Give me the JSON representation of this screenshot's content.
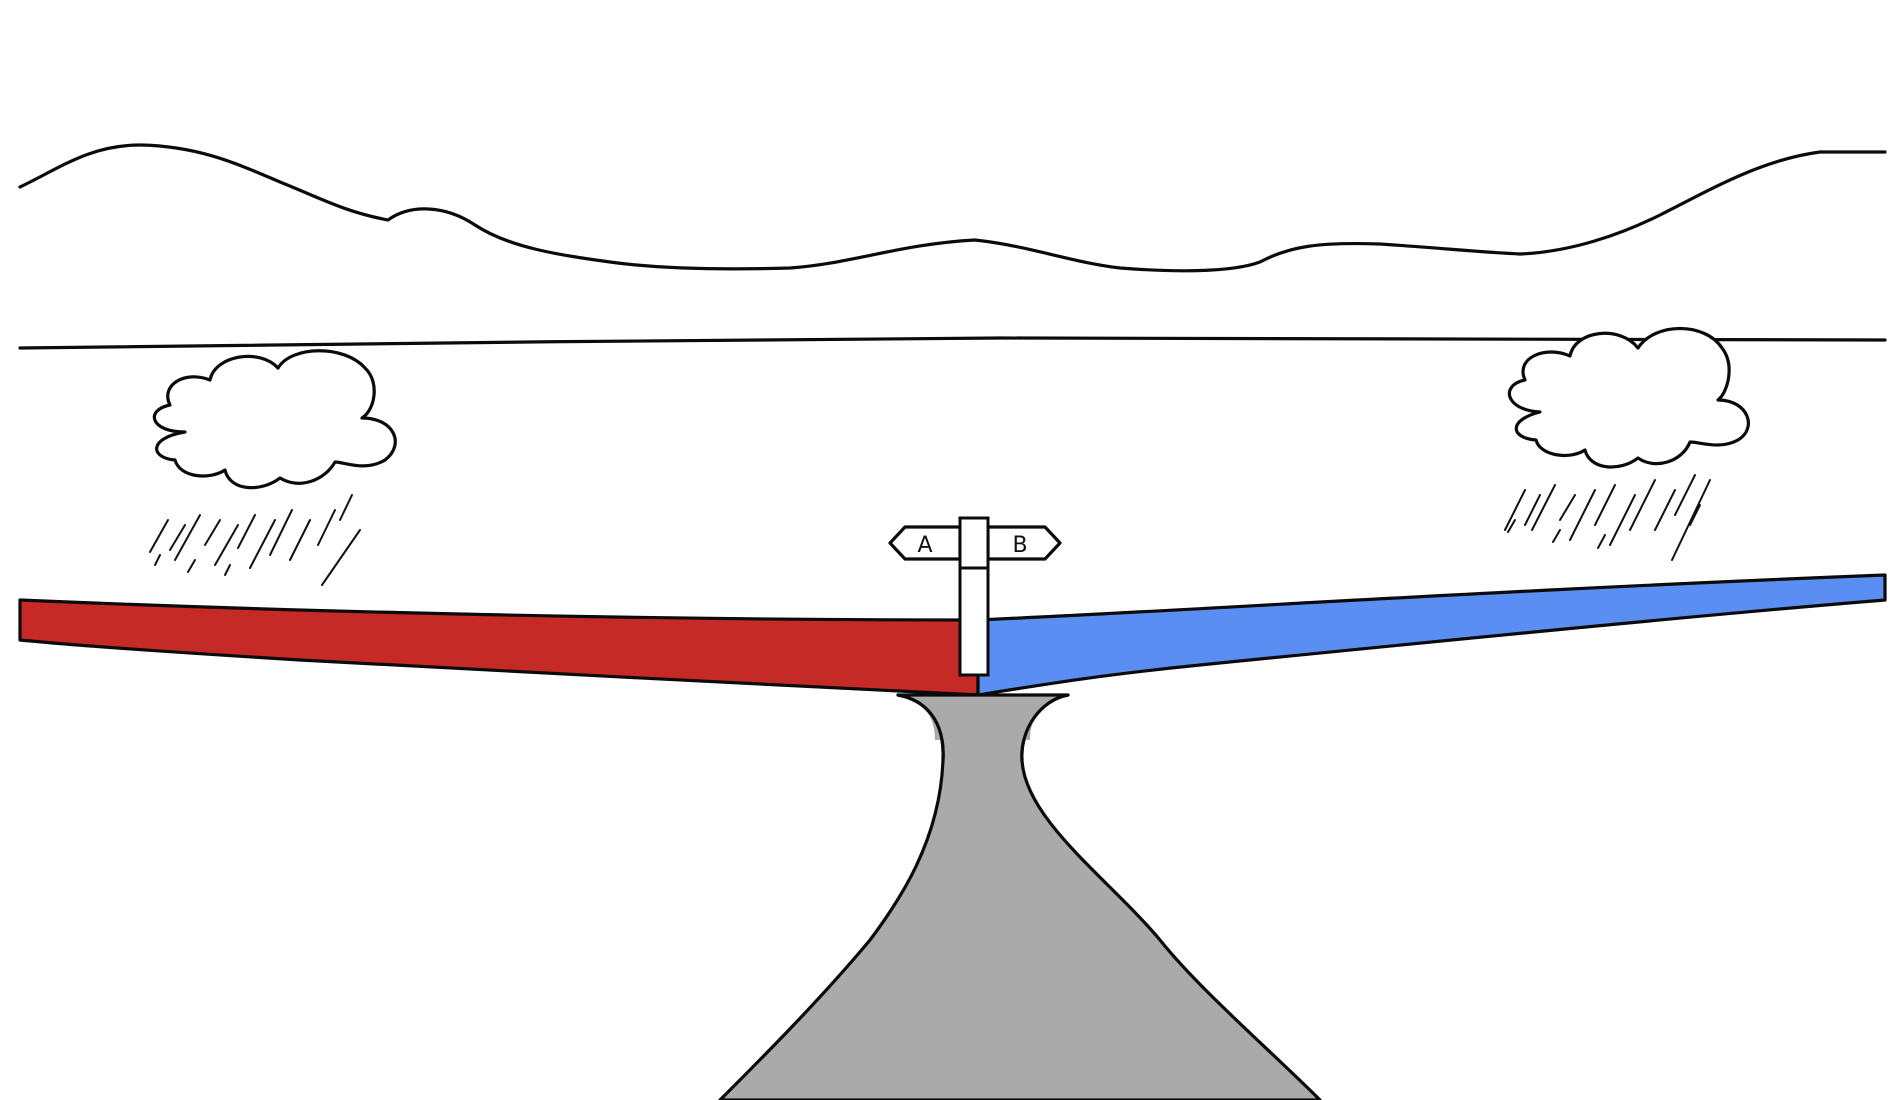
{
  "scene": {
    "sign": {
      "left_label": "A",
      "right_label": "B"
    }
  },
  "colors": {
    "path_a": "#c62a26",
    "path_b": "#5a8ef2",
    "road": "#aaaaaa",
    "outline": "#0b0b0b",
    "background": "#ffffff"
  },
  "icons": [
    "mountain-ridge",
    "horizon-line",
    "rain-cloud-left",
    "rain-cloud-right",
    "signpost",
    "road"
  ]
}
